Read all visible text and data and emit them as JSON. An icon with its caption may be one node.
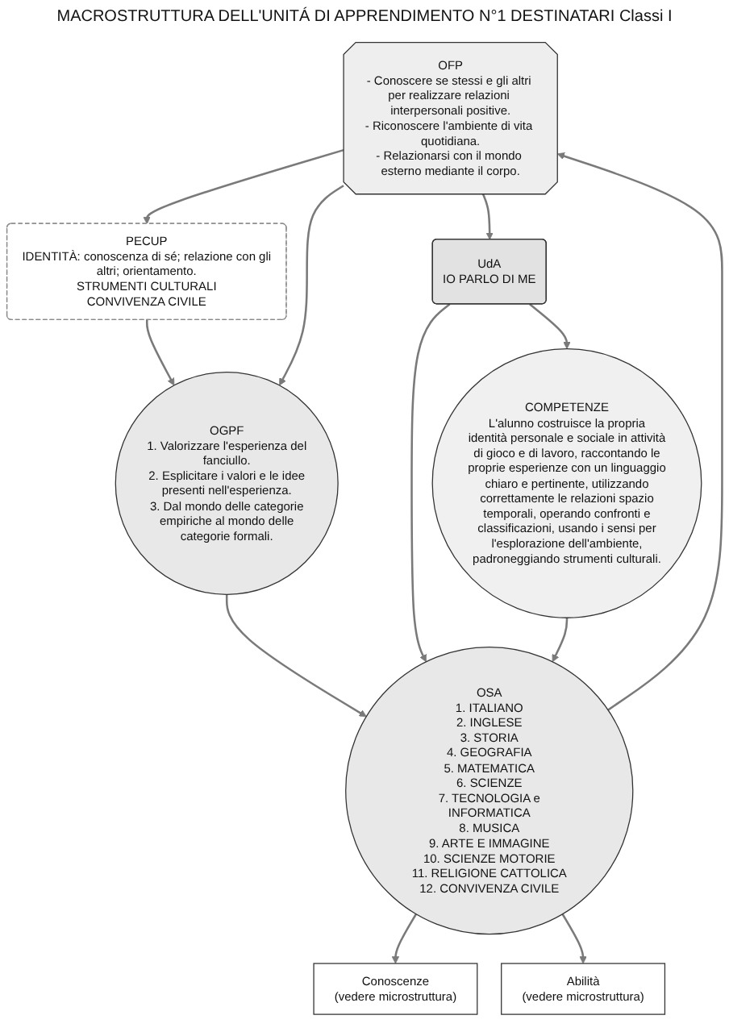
{
  "diagram": {
    "title": "MACROSTRUTTURA DELL'UNITÁ DI APPRENDIMENTO N°1 DESTINATARI Classi I",
    "nodes": [
      {
        "text": [
          "PECUP",
          "IDENTITÀ: conoscenza di sé; relazione con gli altri; orientamento.",
          "STRUMENTI CULTURALI",
          "CONVIVENZA CIVILE"
        ]
      },
      {
        "text": [
          "OGPF",
          "1. Valorizzare l'esperienza del fanciullo.",
          "2. Esplicitare i valori e le idee presenti nell'esperienza.",
          "3. Dal mondo delle categorie empiriche al mondo delle categorie formali."
        ]
      },
      {
        "text": [
          "OFP",
          "- Conoscere se stessi e gli altri per realizzare relazioni interpersonali positive.",
          "- Riconoscere l'ambiente di vita quotidiana.",
          "- Relazionarsi con il mondo esterno mediante il corpo."
        ]
      },
      {
        "text": [
          "UdA",
          "IO PARLO DI ME"
        ]
      },
      {
        "text": [
          "OSA",
          "1. ITALIANO",
          "2. INGLESE",
          "3. STORIA",
          "4. GEOGRAFIA",
          "5. MATEMATICA",
          "6. SCIENZE",
          "7. TECNOLOGIA e INFORMATICA",
          "8. MUSICA",
          "9. ARTE E IMMAGINE",
          "10. SCIENZE MOTORIE",
          "11. RELIGIONE CATTOLICA",
          "12. CONVIVENZA CIVILE"
        ]
      },
      {
        "text": [
          "COMPETENZE",
          "L'alunno costruisce la propria identità personale e sociale in attività di gioco e di lavoro, raccontando le proprie esperienze con un linguaggio chiaro e pertinente, utilizzando correttamente le relazioni spazio temporali, operando confronti e classificazioni, usando i sensi per l'esplorazione dell'ambiente, padroneggiando strumenti culturali."
        ]
      },
      {
        "text": [
          "Conoscenze",
          "(vedere microstruttura)"
        ]
      },
      {
        "text": [
          "Abilità",
          "(vedere microstruttura)"
        ]
      }
    ],
    "edges": [
      {
        "from": 0,
        "to": 1,
        "arrow": "to"
      },
      {
        "from": 2,
        "to": 0,
        "arrow": "to"
      },
      {
        "from": 2,
        "to": 1,
        "arrow": "to"
      },
      {
        "from": 2,
        "to": 3,
        "arrow": "to"
      },
      {
        "from": 4,
        "to": 2,
        "arrow": "to"
      },
      {
        "from": 1,
        "to": 4,
        "arrow": "to"
      },
      {
        "from": 3,
        "to": 4,
        "arrow": "to"
      },
      {
        "from": 3,
        "to": 5,
        "arrow": "to"
      },
      {
        "from": 5,
        "to": 4,
        "arrow": "to"
      },
      {
        "from": 4,
        "to": 6,
        "arrow": "to"
      },
      {
        "from": 4,
        "to": 7,
        "arrow": "to"
      }
    ]
  }
}
